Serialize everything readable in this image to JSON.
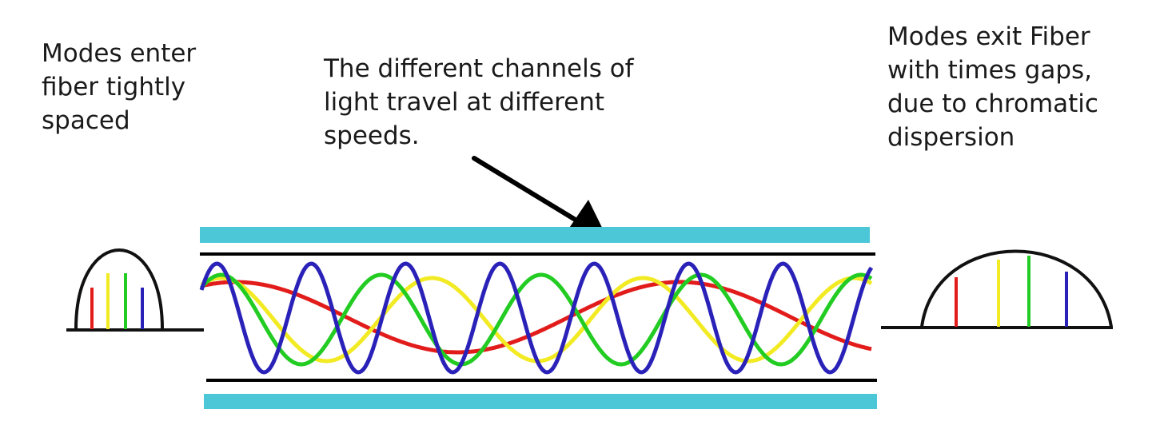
{
  "labels": {
    "left": [
      "Modes enter",
      "fiber tightly",
      "spaced"
    ],
    "center": [
      "The different channels of",
      "light travel at different",
      "speeds."
    ],
    "right": [
      "Modes exit Fiber",
      "with times gaps,",
      "due to chromatic",
      "dispersion"
    ]
  },
  "colors": {
    "cladding": "#4cc7d8",
    "core_line": "#000000",
    "red": "#e21b1b",
    "yellow": "#f2ea22",
    "green": "#22cc22",
    "blue": "#2a22b8",
    "pulse_outline": "#111111"
  },
  "modes": [
    "red",
    "yellow",
    "green",
    "blue"
  ]
}
